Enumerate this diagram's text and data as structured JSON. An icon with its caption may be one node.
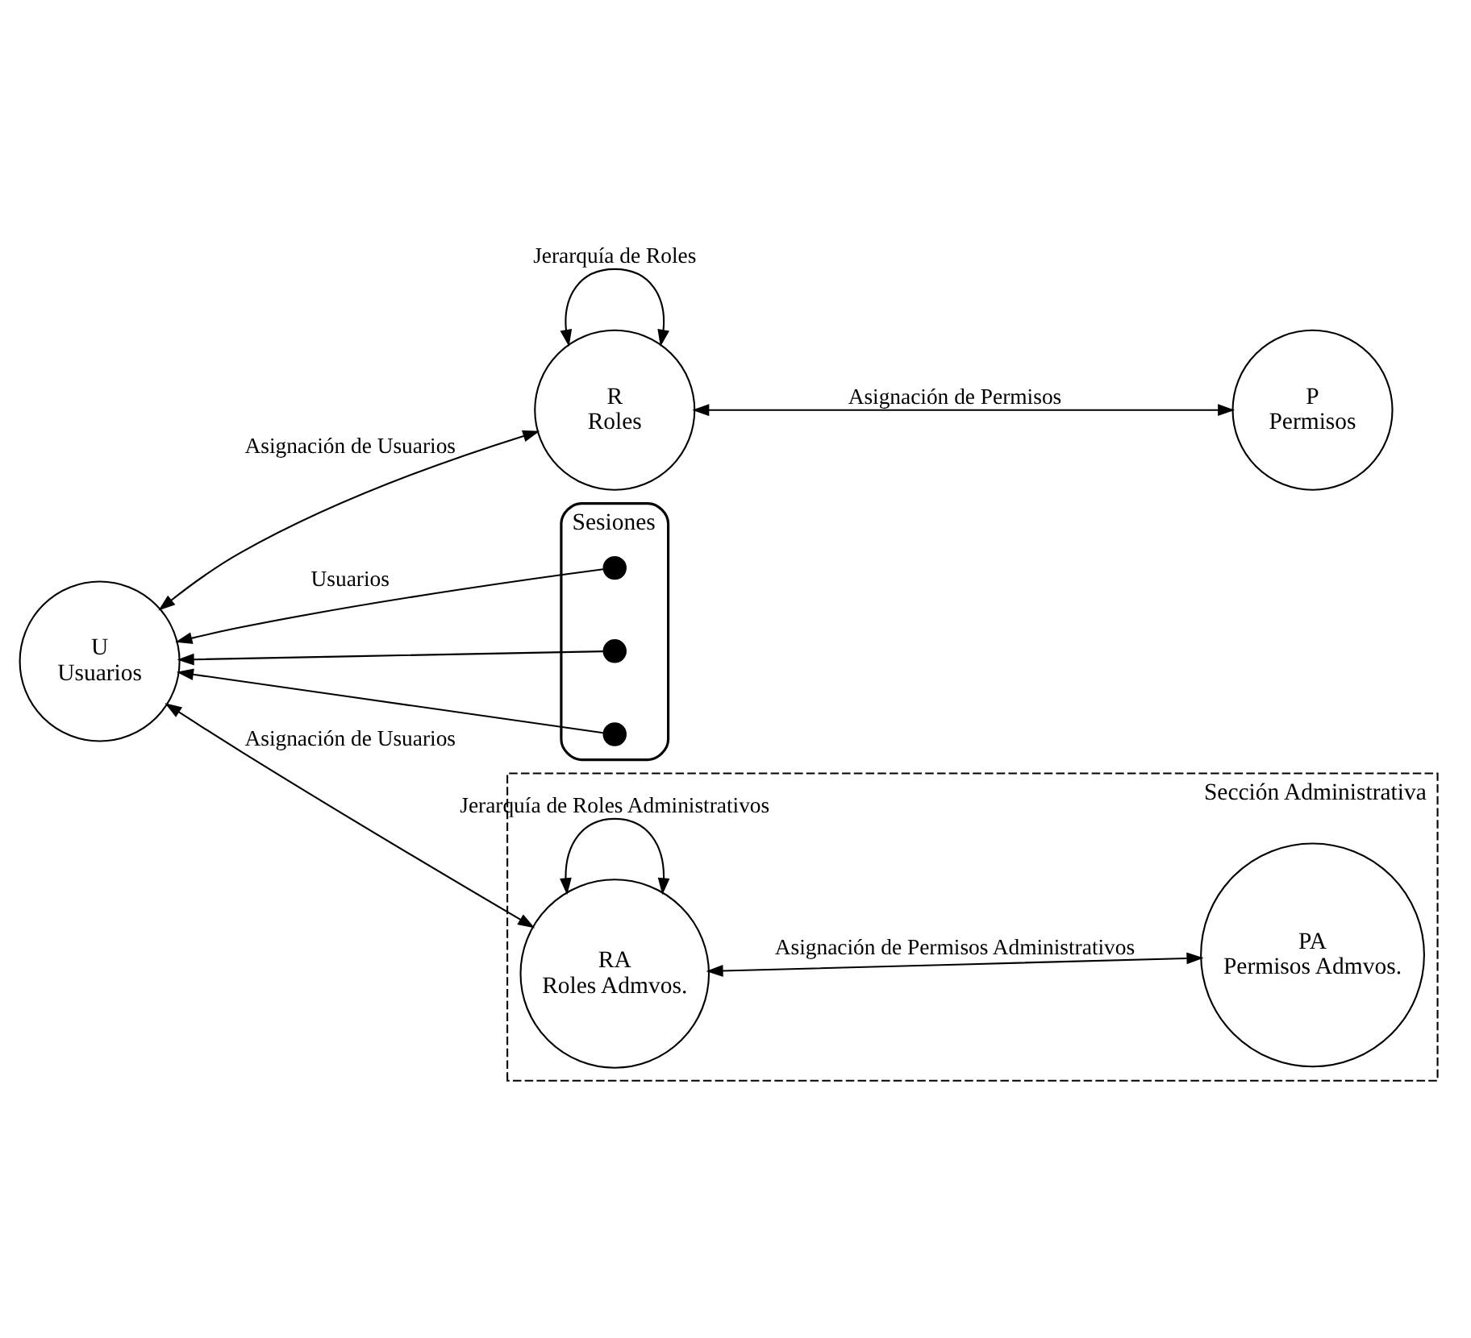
{
  "diagram": {
    "nodes": [
      {
        "text": [
          "R",
          "Roles"
        ]
      },
      {
        "text": [
          "P",
          "Permisos"
        ]
      },
      {
        "text": [
          "U",
          "Usuarios"
        ]
      },
      {
        "text": [
          "Sesiones"
        ]
      },
      {
        "text": [],
        "shape": "circle",
        "in": 3
      },
      {
        "text": [],
        "shape": "circle",
        "in": 3
      },
      {
        "text": [],
        "shape": "circle",
        "in": 3
      },
      {
        "text": [
          "Sección Administrativa"
        ]
      },
      {
        "text": [
          "RA",
          "Roles Admvos."
        ],
        "in": 7
      },
      {
        "text": [
          "PA",
          "Permisos Admvos."
        ],
        "in": 7
      }
    ],
    "edges": [
      {
        "from": 0,
        "to": 0,
        "arrow": "both",
        "label": "Jerarquía de Roles"
      },
      {
        "from": 2,
        "to": 0,
        "arrow": "both",
        "label": "Asignación de Usuarios"
      },
      {
        "from": 0,
        "to": 1,
        "arrow": "both",
        "label": "Asignación de Permisos"
      },
      {
        "from": 4,
        "to": 2,
        "arrow": "to",
        "label": "Usuarios"
      },
      {
        "from": 5,
        "to": 2,
        "arrow": "to"
      },
      {
        "from": 6,
        "to": 2,
        "arrow": "to"
      },
      {
        "from": 2,
        "to": 8,
        "arrow": "both",
        "label": "Asignación de Usuarios"
      },
      {
        "from": 8,
        "to": 9,
        "arrow": "both",
        "label": "Asignación de Permisos Administrativos"
      },
      {
        "from": 8,
        "to": 8,
        "arrow": "both",
        "label": "Jerarquía de Roles Administrativos"
      }
    ]
  }
}
